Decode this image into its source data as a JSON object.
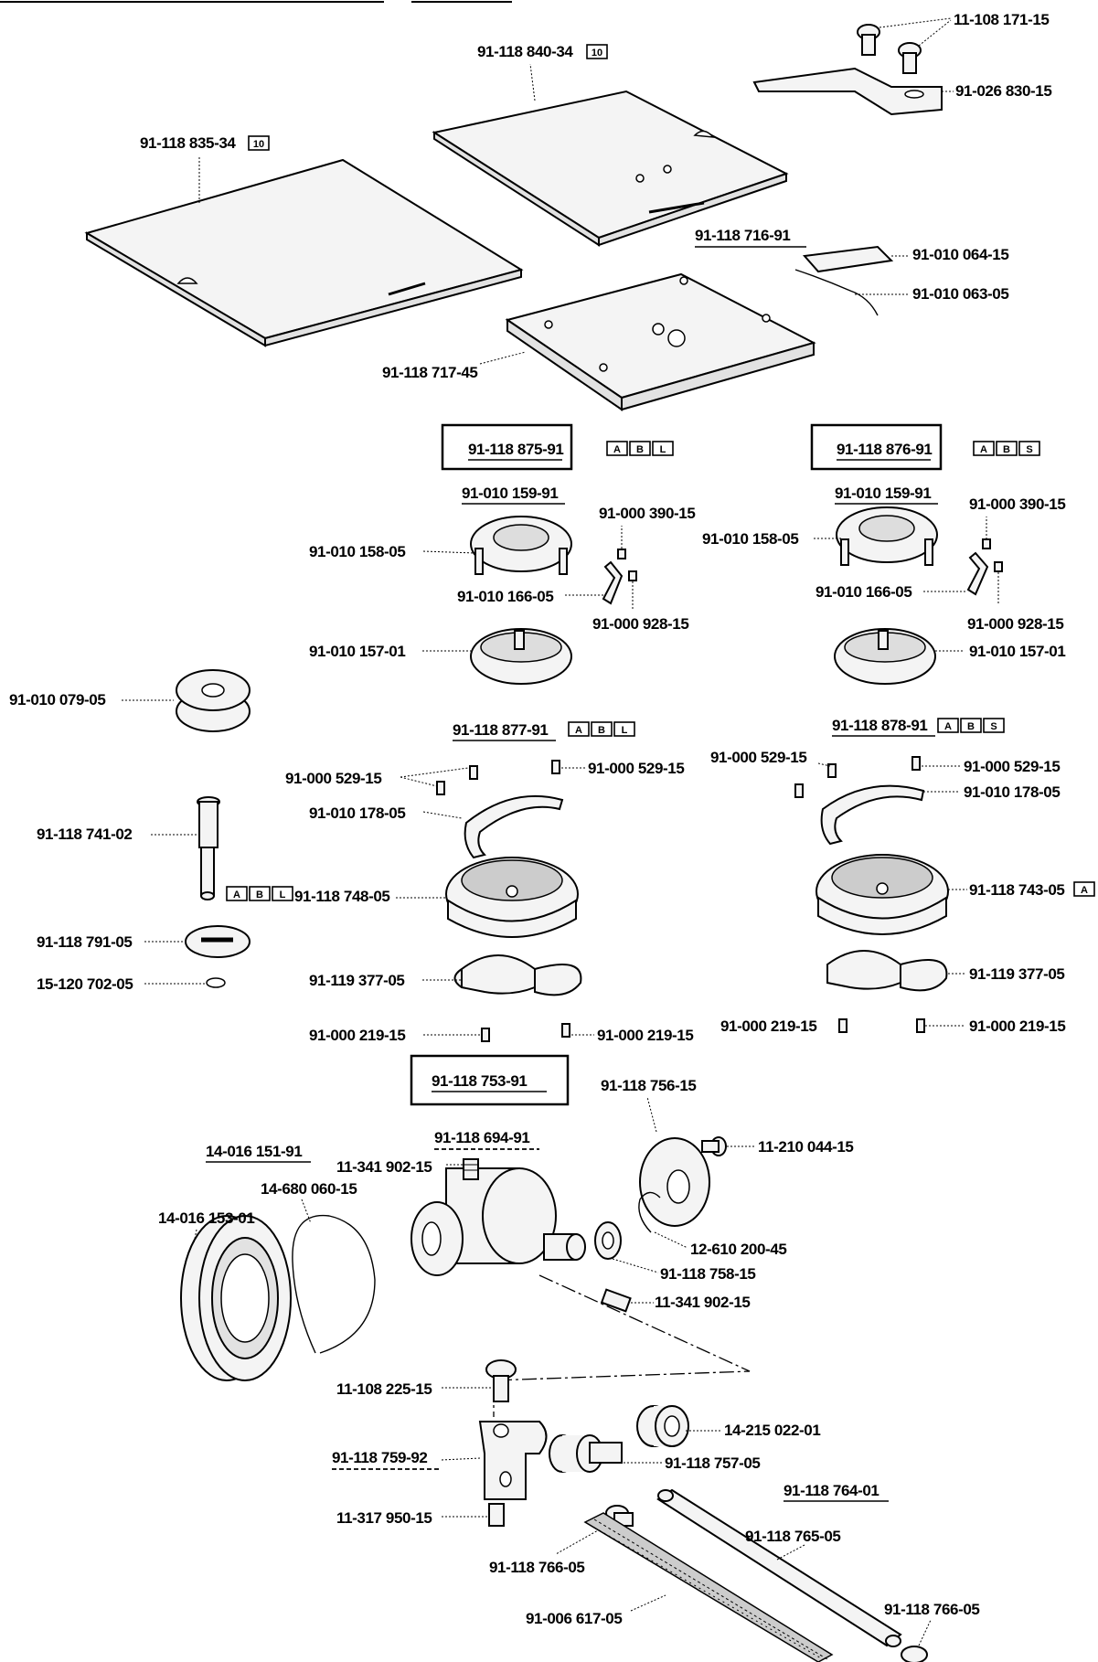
{
  "labels": {
    "screw_top_right": "11-108 171-15",
    "bracket_top_right": "91-026 830-15",
    "slide_plate_right": "91-118 840-34",
    "slide_plate_left": "91-118 835-34",
    "throat_plate_assy": "91-118 716-91",
    "spring_block": "91-010 064-15",
    "spring_wire": "91-010 063-05",
    "throat_plate": "91-118 717-45",
    "hook_assy_left": "91-118 875-91",
    "hook_assy_right": "91-118 876-91",
    "bobbin_case_left": "91-010 159-91",
    "bobbin_case_right": "91-010 159-91",
    "latch_left": "91-010 158-05",
    "latch_right": "91-010 158-05",
    "screw_390_left": "91-000 390-15",
    "screw_390_right": "91-000 390-15",
    "lever_left": "91-010 166-05",
    "lever_right": "91-010 166-05",
    "screw_928_left": "91-000 928-15",
    "screw_928_right": "91-000 928-15",
    "case_body_left": "91-010 157-01",
    "case_body_right": "91-010 157-01",
    "bobbin": "91-010 079-05",
    "hook_sub_left": "91-118 877-91",
    "hook_sub_right": "91-118 878-91",
    "screw_529_l1": "91-000 529-15",
    "screw_529_l2": "91-000 529-15",
    "screw_529_r1": "91-000 529-15",
    "screw_529_r2": "91-000 529-15",
    "gib_left": "91-010 178-05",
    "gib_right": "91-010 178-05",
    "pin": "91-118 741-02",
    "hook_left": "91-118 748-05",
    "hook_right": "91-118 743-05",
    "washer": "91-118 791-05",
    "small_washer": "15-120 702-05",
    "base_left": "91-119 377-05",
    "base_right": "91-119 377-05",
    "screw_219_l1": "91-000 219-15",
    "screw_219_l2": "91-000 219-15",
    "screw_219_r1": "91-000 219-15",
    "screw_219_r2": "91-000 219-15",
    "saddle_assy": "91-118 753-91",
    "cover_plate": "91-118 756-15",
    "screw_044": "11-210 044-15",
    "hub_assy": "91-118 694-91",
    "set_screw_top": "11-341 902-15",
    "bearing_assy": "14-016 151-91",
    "snap_ring": "14-680 060-15",
    "bearing": "14-016 153-01",
    "e_ring": "12-610 200-45",
    "small_washer_758": "91-118 758-15",
    "set_screw_mid": "11-341 902-15",
    "screw_225": "11-108 225-15",
    "needle_bearing": "14-215 022-01",
    "crank_assy": "91-118 759-92",
    "stud": "91-118 757-05",
    "shaft_assy": "91-118 764-01",
    "shaft": "91-118 765-05",
    "set_screw_950": "11-317 950-15",
    "plug_left": "91-118 766-05",
    "wick": "91-006 617-05",
    "plug_right": "91-118 766-05"
  },
  "badges": {
    "ten": "10",
    "a": "A",
    "b": "B",
    "l": "L",
    "s": "S"
  }
}
